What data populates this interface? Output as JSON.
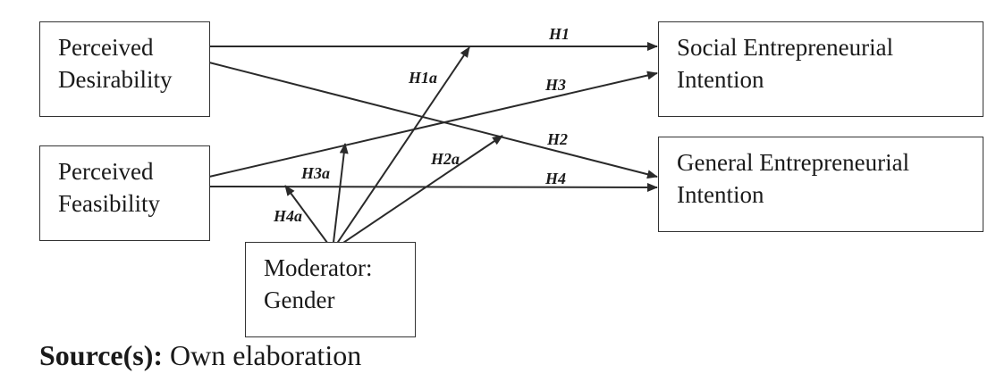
{
  "boxes": {
    "perceived_desirability": [
      "Perceived",
      "Desirability"
    ],
    "perceived_feasibility": [
      "Perceived",
      "Feasibility"
    ],
    "moderator": [
      "Moderator:",
      "Gender"
    ],
    "social_intention": [
      "Social Entrepreneurial",
      "Intention"
    ],
    "general_intention": [
      "General Entrepreneurial",
      "Intention"
    ]
  },
  "hypotheses": {
    "h1": "H1",
    "h2": "H2",
    "h3": "H3",
    "h4": "H4",
    "h1a": "H1a",
    "h2a": "H2a",
    "h3a": "H3a",
    "h4a": "H4a"
  },
  "source": {
    "label": "Source(s):",
    "text": " Own elaboration"
  }
}
